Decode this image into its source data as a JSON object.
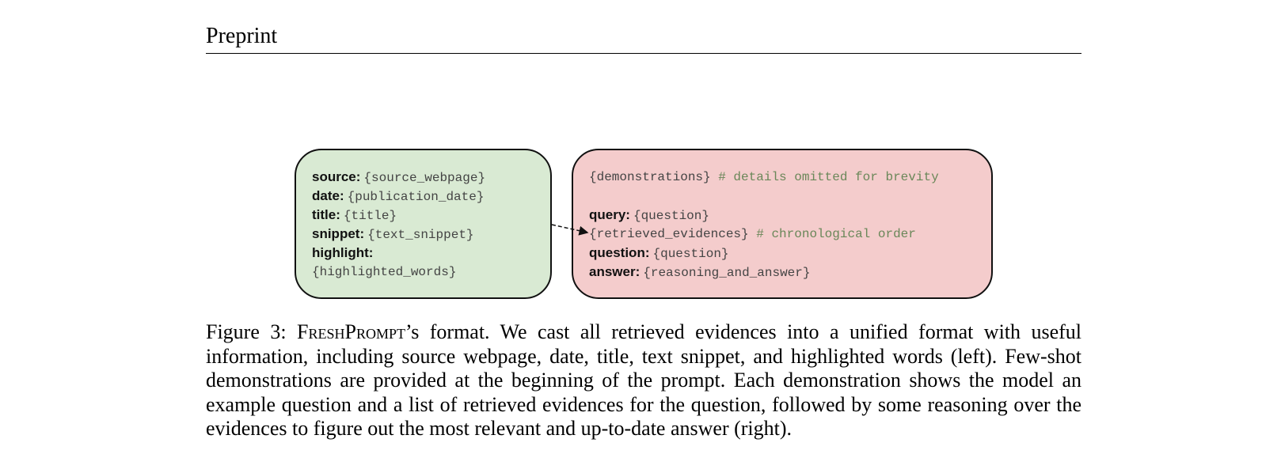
{
  "header": {
    "title": "Preprint"
  },
  "left_box": {
    "source_label": "source:",
    "source_value": "{source_webpage}",
    "date_label": "date:",
    "date_value": "{publication_date}",
    "title_label": "title:",
    "title_value": "{title}",
    "snippet_label": "snippet:",
    "snippet_value": "{text_snippet}",
    "highlight_label": "highlight:",
    "highlight_value": "{highlighted_words}"
  },
  "right_box": {
    "demonstrations": "{demonstrations}",
    "demonstrations_comment": " # details omitted for brevity",
    "query_label": "query:",
    "query_value": "{question}",
    "evidences": "{retrieved_evidences}",
    "evidences_comment": " # chronological order",
    "question_label": "question:",
    "question_value": "{question}",
    "answer_label": "answer:",
    "answer_value": "{reasoning_and_answer}"
  },
  "caption": {
    "prefix": "Figure 3: ",
    "name": "FreshPrompt",
    "body": "’s format. We cast all retrieved evidences into a unified format with useful information, including source webpage, date, title, text snippet, and highlighted words (left). Few-shot demonstrations are provided at the beginning of the prompt. Each demonstration shows the model an example question and a list of retrieved evidences for the question, followed by some reasoning over the evidences to figure out the most relevant and up-to-date answer (right)."
  },
  "colors": {
    "left_box_bg": "#d9ead3",
    "right_box_bg": "#f4cccc",
    "comment": "#6a8759"
  }
}
